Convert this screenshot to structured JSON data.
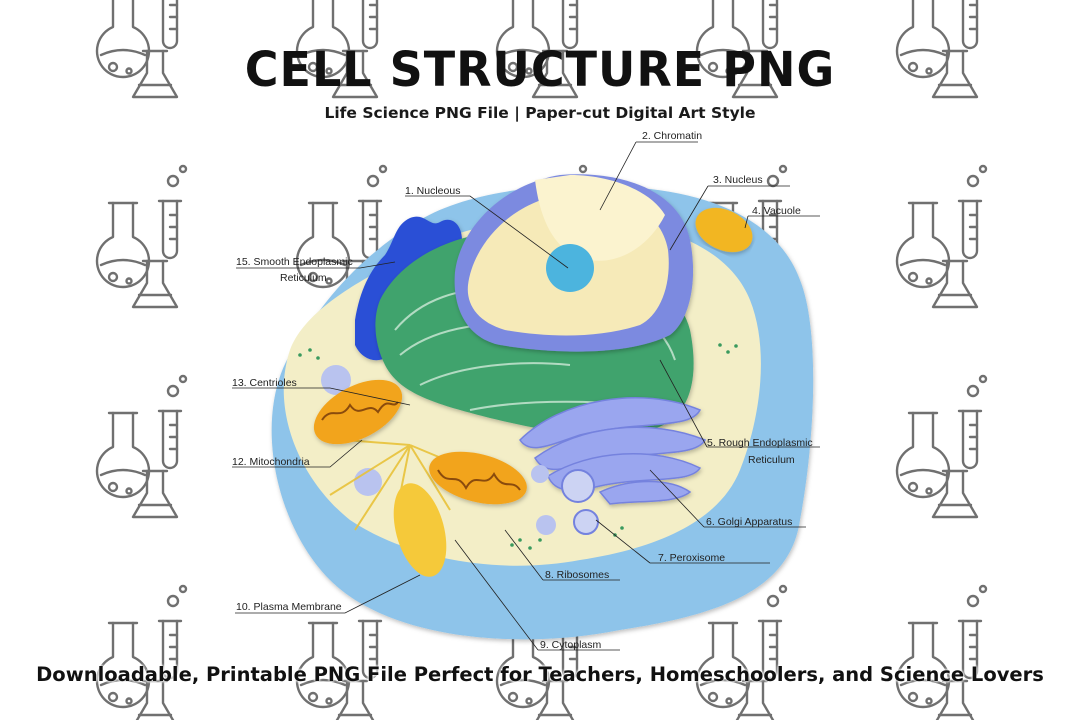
{
  "header": {
    "title": "CELL STRUCTURE PNG",
    "subtitle": "Life Science PNG File | Paper-cut Digital Art Style"
  },
  "footer": {
    "text": "Downloadable, Printable PNG File Perfect for Teachers, Homeschoolers, and Science Lovers"
  },
  "background": {
    "icon": "chemistry-glassware-icon",
    "color": "#707070"
  },
  "diagram": {
    "labels": [
      {
        "id": "nucleous",
        "text": "1. Nucleous"
      },
      {
        "id": "chromatin",
        "text": "2. Chromatin"
      },
      {
        "id": "nucleus",
        "text": "3. Nucleus"
      },
      {
        "id": "vacuole",
        "text": "4. Vacuole"
      },
      {
        "id": "rough-er-line1",
        "text": "5. Rough Endoplasmic"
      },
      {
        "id": "rough-er-line2",
        "text": "Reticulum"
      },
      {
        "id": "golgi",
        "text": "6. Golgi Apparatus"
      },
      {
        "id": "peroxisome",
        "text": "7. Peroxisome"
      },
      {
        "id": "ribosomes",
        "text": "8. Ribosomes"
      },
      {
        "id": "cytoplasm",
        "text": "9. Cytoplasm"
      },
      {
        "id": "plasma-membrane",
        "text": "10. Plasma Membrane"
      },
      {
        "id": "mitochondria",
        "text": "12. Mitochondria"
      },
      {
        "id": "centrioles",
        "text": "13. Centrioles"
      },
      {
        "id": "smooth-er-line1",
        "text": "15. Smooth Endoplasmic"
      },
      {
        "id": "smooth-er-line2",
        "text": "Reticulum"
      }
    ]
  }
}
